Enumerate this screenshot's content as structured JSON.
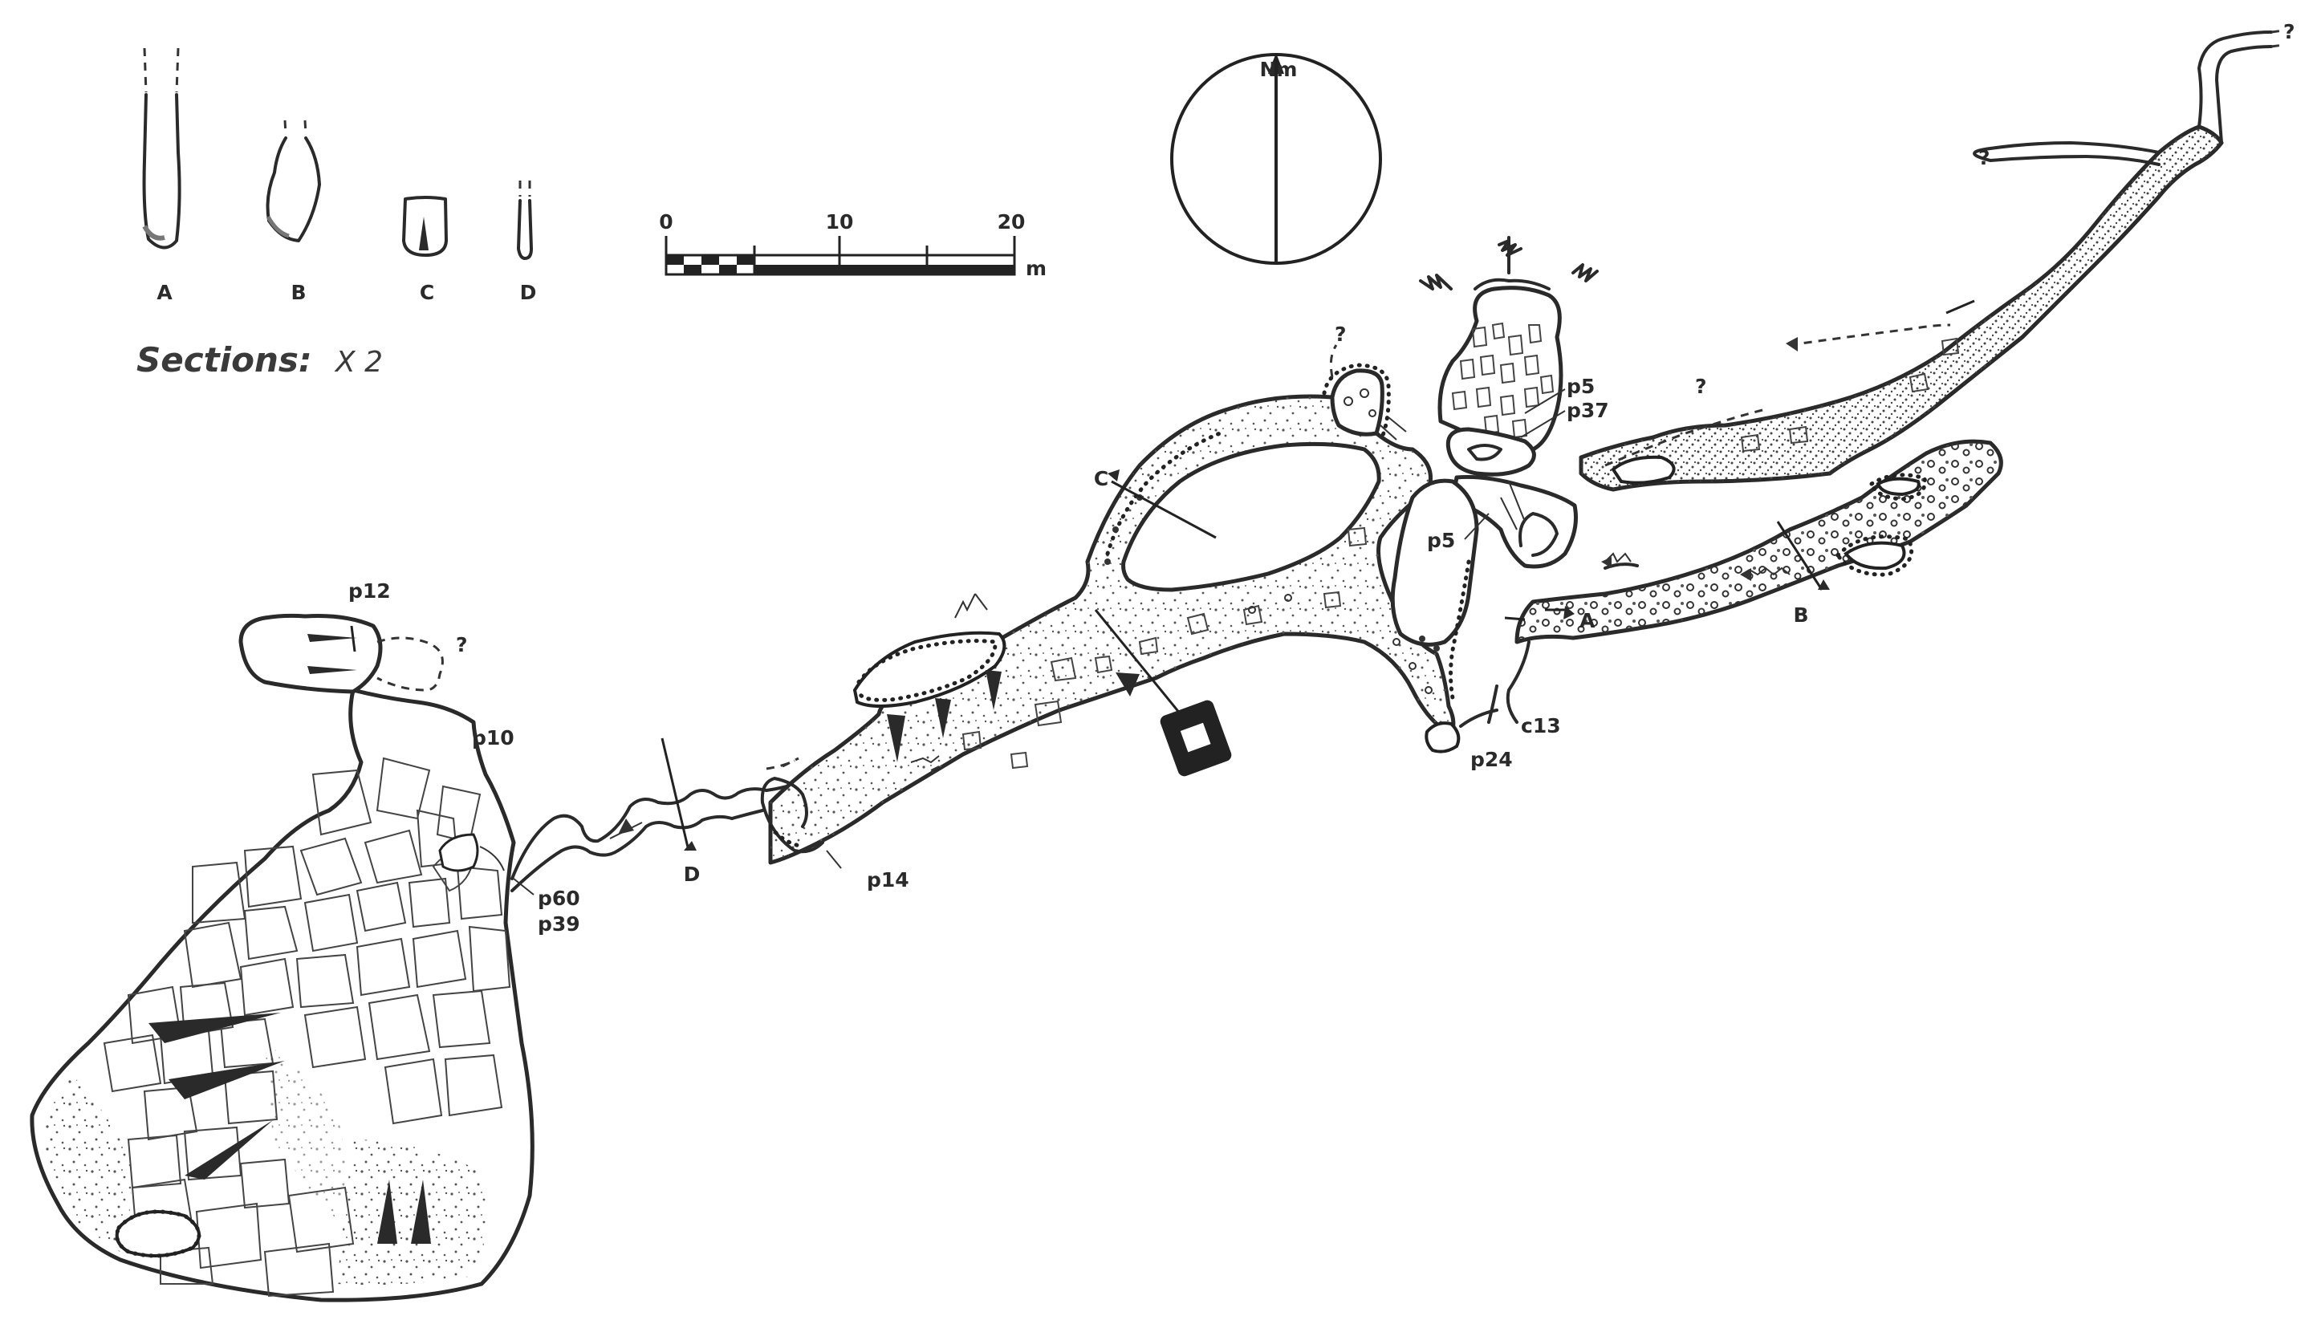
{
  "sections": {
    "title": "Sections:",
    "scale_note": "X 2",
    "labels": [
      "A",
      "B",
      "C",
      "D"
    ]
  },
  "scale_bar": {
    "ticks": [
      "0",
      "10",
      "20"
    ],
    "unit": "m"
  },
  "north": {
    "label": "Nm"
  },
  "stations": {
    "p12": "p12",
    "p10": "p10",
    "p60": "p60",
    "p39": "p39",
    "p14": "p14",
    "p5_upper": "p5",
    "p37": "p37",
    "p5_lower": "p5",
    "c13": "c13",
    "p24": "p24"
  },
  "section_marks": {
    "A": "A",
    "B": "B",
    "C": "C",
    "D": "D"
  },
  "unknown_marks": {
    "q1": "?",
    "q2": "?",
    "q3": "?",
    "q4": "?",
    "q5": "?"
  },
  "colors": {
    "ink": "#2a2a2a",
    "paper": "#ffffff"
  }
}
